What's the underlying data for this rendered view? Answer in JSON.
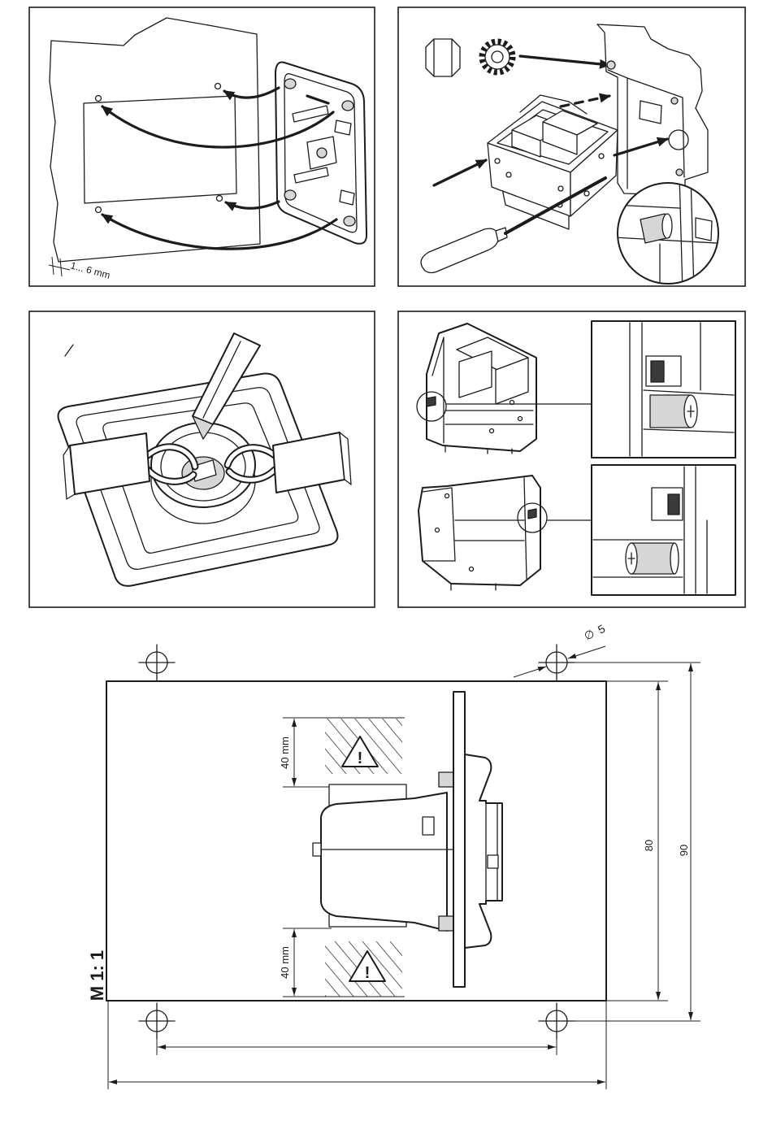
{
  "colors": {
    "ink": "#1c1c1c",
    "paper": "#ffffff",
    "metal_light": "#e6e6e6",
    "metal_dark": "#8a8a8a"
  },
  "step_mount_plate": {
    "wall_thickness": "1... 6 mm"
  },
  "cutout_template": {
    "scale": "M 1: 1",
    "clearance_above": "40 mm",
    "clearance_below": "40 mm",
    "plate_height": "80",
    "hole_spacing_height": "90",
    "hole_diameter_symbol": "∅",
    "hole_diameter": "5",
    "warning_mark": "!"
  },
  "icons": {
    "warning": "warning-triangle-icon",
    "hole": "drill-hole-crosshair-icon",
    "nut": "hex-nut-icon",
    "washer": "toothed-washer-icon",
    "screwdriver": "screwdriver-icon"
  }
}
